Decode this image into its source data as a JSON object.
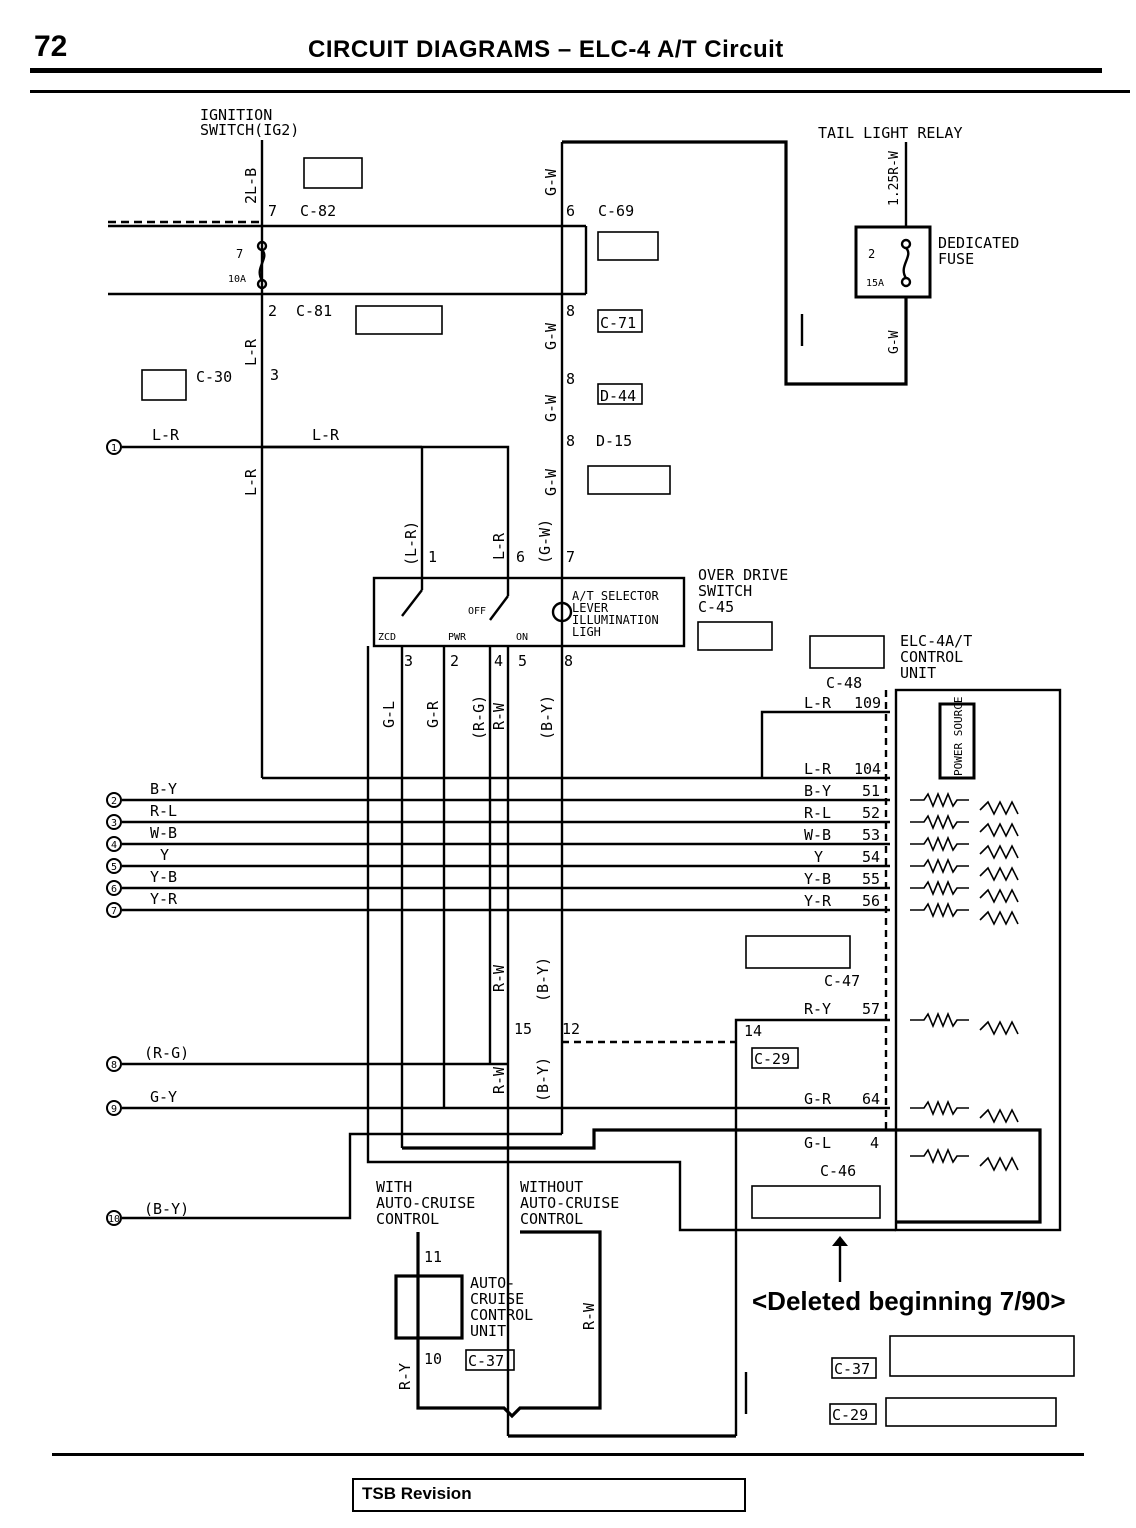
{
  "header": {
    "page_number": "72",
    "title": "CIRCUIT DIAGRAMS – ELC-4 A/T Circuit"
  },
  "labels": {
    "ignition_line1": "IGNITION",
    "ignition_line2": "SWITCH(IG2)",
    "tail_light_relay": "TAIL LIGHT RELAY",
    "dedicated_line1": "DEDICATED",
    "dedicated_line2": "FUSE",
    "od_line1": "OVER DRIVE",
    "od_line2": "SWITCH",
    "od_conn": "C-45",
    "at_line1": "A/T SELECTOR",
    "at_line2": "LEVER",
    "at_line3": "ILLUMINATION",
    "at_line4": "LIGH",
    "elc_line1": "ELC-4A/T",
    "elc_line2": "CONTROL",
    "elc_line3": "UNIT",
    "power_source": "POWER SOURCE",
    "with_line1": "WITH",
    "with_line2": "AUTO-CRUISE",
    "with_line3": "CONTROL",
    "without_line1": "WITHOUT",
    "without_line2": "AUTO-CRUISE",
    "without_line3": "CONTROL",
    "acu_line1": "AUTO-",
    "acu_line2": "CRUISE",
    "acu_line3": "CONTROL",
    "acu_line4": "UNIT",
    "zcd": "ZCD",
    "pwr": "PWR",
    "off": "OFF",
    "on": "ON"
  },
  "connectors": {
    "c82": "C-82",
    "c69": "C-69",
    "c81": "C-81",
    "c71": "C-71",
    "c30": "C-30",
    "d44": "D-44",
    "d15": "D-15",
    "c48": "C-48",
    "c47": "C-47",
    "c29": "C-29",
    "c46": "C-46",
    "c37": "C-37"
  },
  "fuses": {
    "f7_num": "7",
    "f7_rating": "10A",
    "f2_num": "2",
    "f2_rating": "15A"
  },
  "wires": {
    "w2lb": "2L-B",
    "gw": "G-W",
    "w125rw": "1.25R-W",
    "lr": "L-R",
    "lr_p": "(L-R)",
    "gw_p": "(G-W)",
    "gl": "G-L",
    "gr": "G-R",
    "rg_p": "(R-G)",
    "rw": "R-W",
    "by_p": "(B-Y)",
    "ry": "R-Y",
    "by": "B-Y",
    "rl": "R-L",
    "wb": "W-B",
    "y": "Y",
    "yb": "Y-B",
    "yr": "Y-R",
    "gy": "G-Y"
  },
  "pins": {
    "p7": "7",
    "p6": "6",
    "p2": "2",
    "p8": "8",
    "p3": "3",
    "p1": "1",
    "p4": "4",
    "p5": "5",
    "p109": "109",
    "p104": "104",
    "p51": "51",
    "p52": "52",
    "p53": "53",
    "p54": "54",
    "p55": "55",
    "p56": "56",
    "p57": "57",
    "p64": "64",
    "p15": "15",
    "p12": "12",
    "p14": "14",
    "p11": "11",
    "p10": "10"
  },
  "terminals": [
    "1",
    "2",
    "3",
    "4",
    "5",
    "6",
    "7",
    "8",
    "9",
    "10"
  ],
  "note": "<Deleted beginning 7/90>",
  "footer": {
    "tsb": "TSB Revision"
  },
  "colors": {
    "line": "#000000",
    "background": "#ffffff"
  }
}
